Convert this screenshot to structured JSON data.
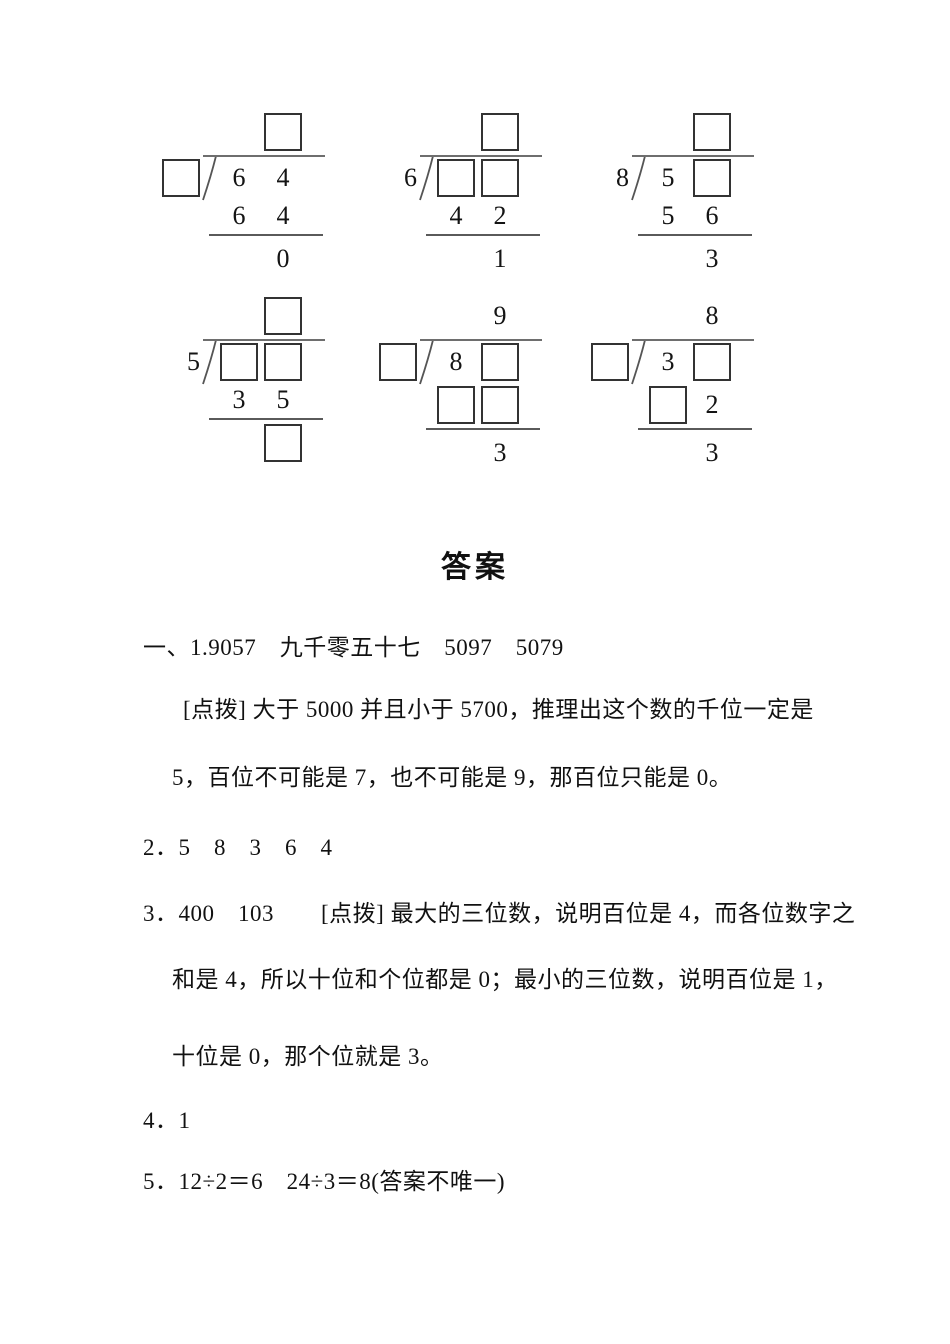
{
  "heading": {
    "answers": "答案"
  },
  "division_problems": [
    {
      "quotient": [
        "",
        "box"
      ],
      "divisor": "box",
      "dividend": [
        "6",
        "4"
      ],
      "subtraction": [
        "6",
        "4"
      ],
      "remainder": [
        "",
        "0"
      ]
    },
    {
      "quotient": [
        "",
        "box"
      ],
      "divisor": "6",
      "dividend": [
        "box",
        "box"
      ],
      "subtraction": [
        "4",
        "2"
      ],
      "remainder": [
        "",
        "1"
      ]
    },
    {
      "quotient": [
        "",
        "box"
      ],
      "divisor": "8",
      "dividend": [
        "5",
        "box"
      ],
      "subtraction": [
        "5",
        "6"
      ],
      "remainder": [
        "",
        "3"
      ]
    },
    {
      "quotient": [
        "",
        "box"
      ],
      "divisor": "5",
      "dividend": [
        "box",
        "box"
      ],
      "subtraction": [
        "3",
        "5"
      ],
      "remainder": [
        "",
        "box"
      ]
    },
    {
      "quotient": [
        "",
        "9"
      ],
      "divisor": "box",
      "dividend": [
        "8",
        "box"
      ],
      "subtraction": [
        "box",
        "box"
      ],
      "remainder": [
        "",
        "3"
      ]
    },
    {
      "quotient": [
        "",
        "8"
      ],
      "divisor": "box",
      "dividend": [
        "3",
        "box"
      ],
      "subtraction": [
        "box",
        "2"
      ],
      "remainder": [
        "",
        "3"
      ]
    }
  ],
  "answers": {
    "lines": [
      "一、1.9057　九千零五十七　5097　5079",
      "[点拨] 大于 5000 并且小于 5700，推理出这个数的千位一定是",
      "5，百位不可能是 7，也不可能是 9，那百位只能是 0。",
      "2．5　8　3　6　4",
      "3．400　103　　[点拨] 最大的三位数，说明百位是 4，而各位数字之",
      "和是 4，所以十位和个位都是 0；最小的三位数，说明百位是 1，",
      "十位是 0，那个位就是 3。",
      "4．1",
      "5．12÷2＝6　24÷3＝8(答案不唯一)"
    ]
  }
}
